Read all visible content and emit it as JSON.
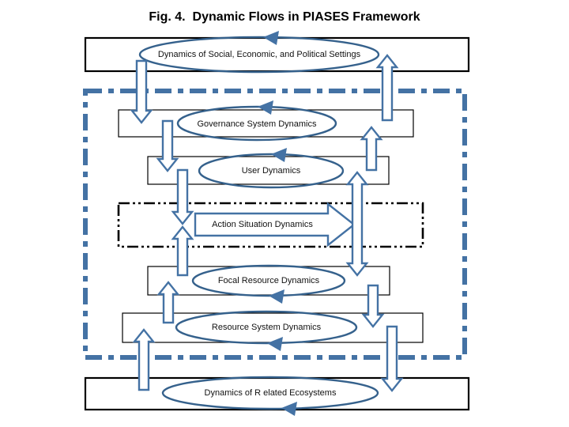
{
  "title": "Fig. 4.  Dynamic Flows in PIASES Framework",
  "labels": {
    "settings": "Dynamics of Social, Economic, and Political Settings",
    "governance": "Governance System Dynamics",
    "user": "User Dynamics",
    "action": "Action Situation Dynamics",
    "focal": "Focal Resource Dynamics",
    "resource": "Resource System Dynamics",
    "ecosystems": "Dynamics of R elated Ecosystems"
  },
  "colors": {
    "arrow_blue": "#4472a4",
    "ellipse_blue": "#35618c",
    "box_border_black": "#000000"
  }
}
